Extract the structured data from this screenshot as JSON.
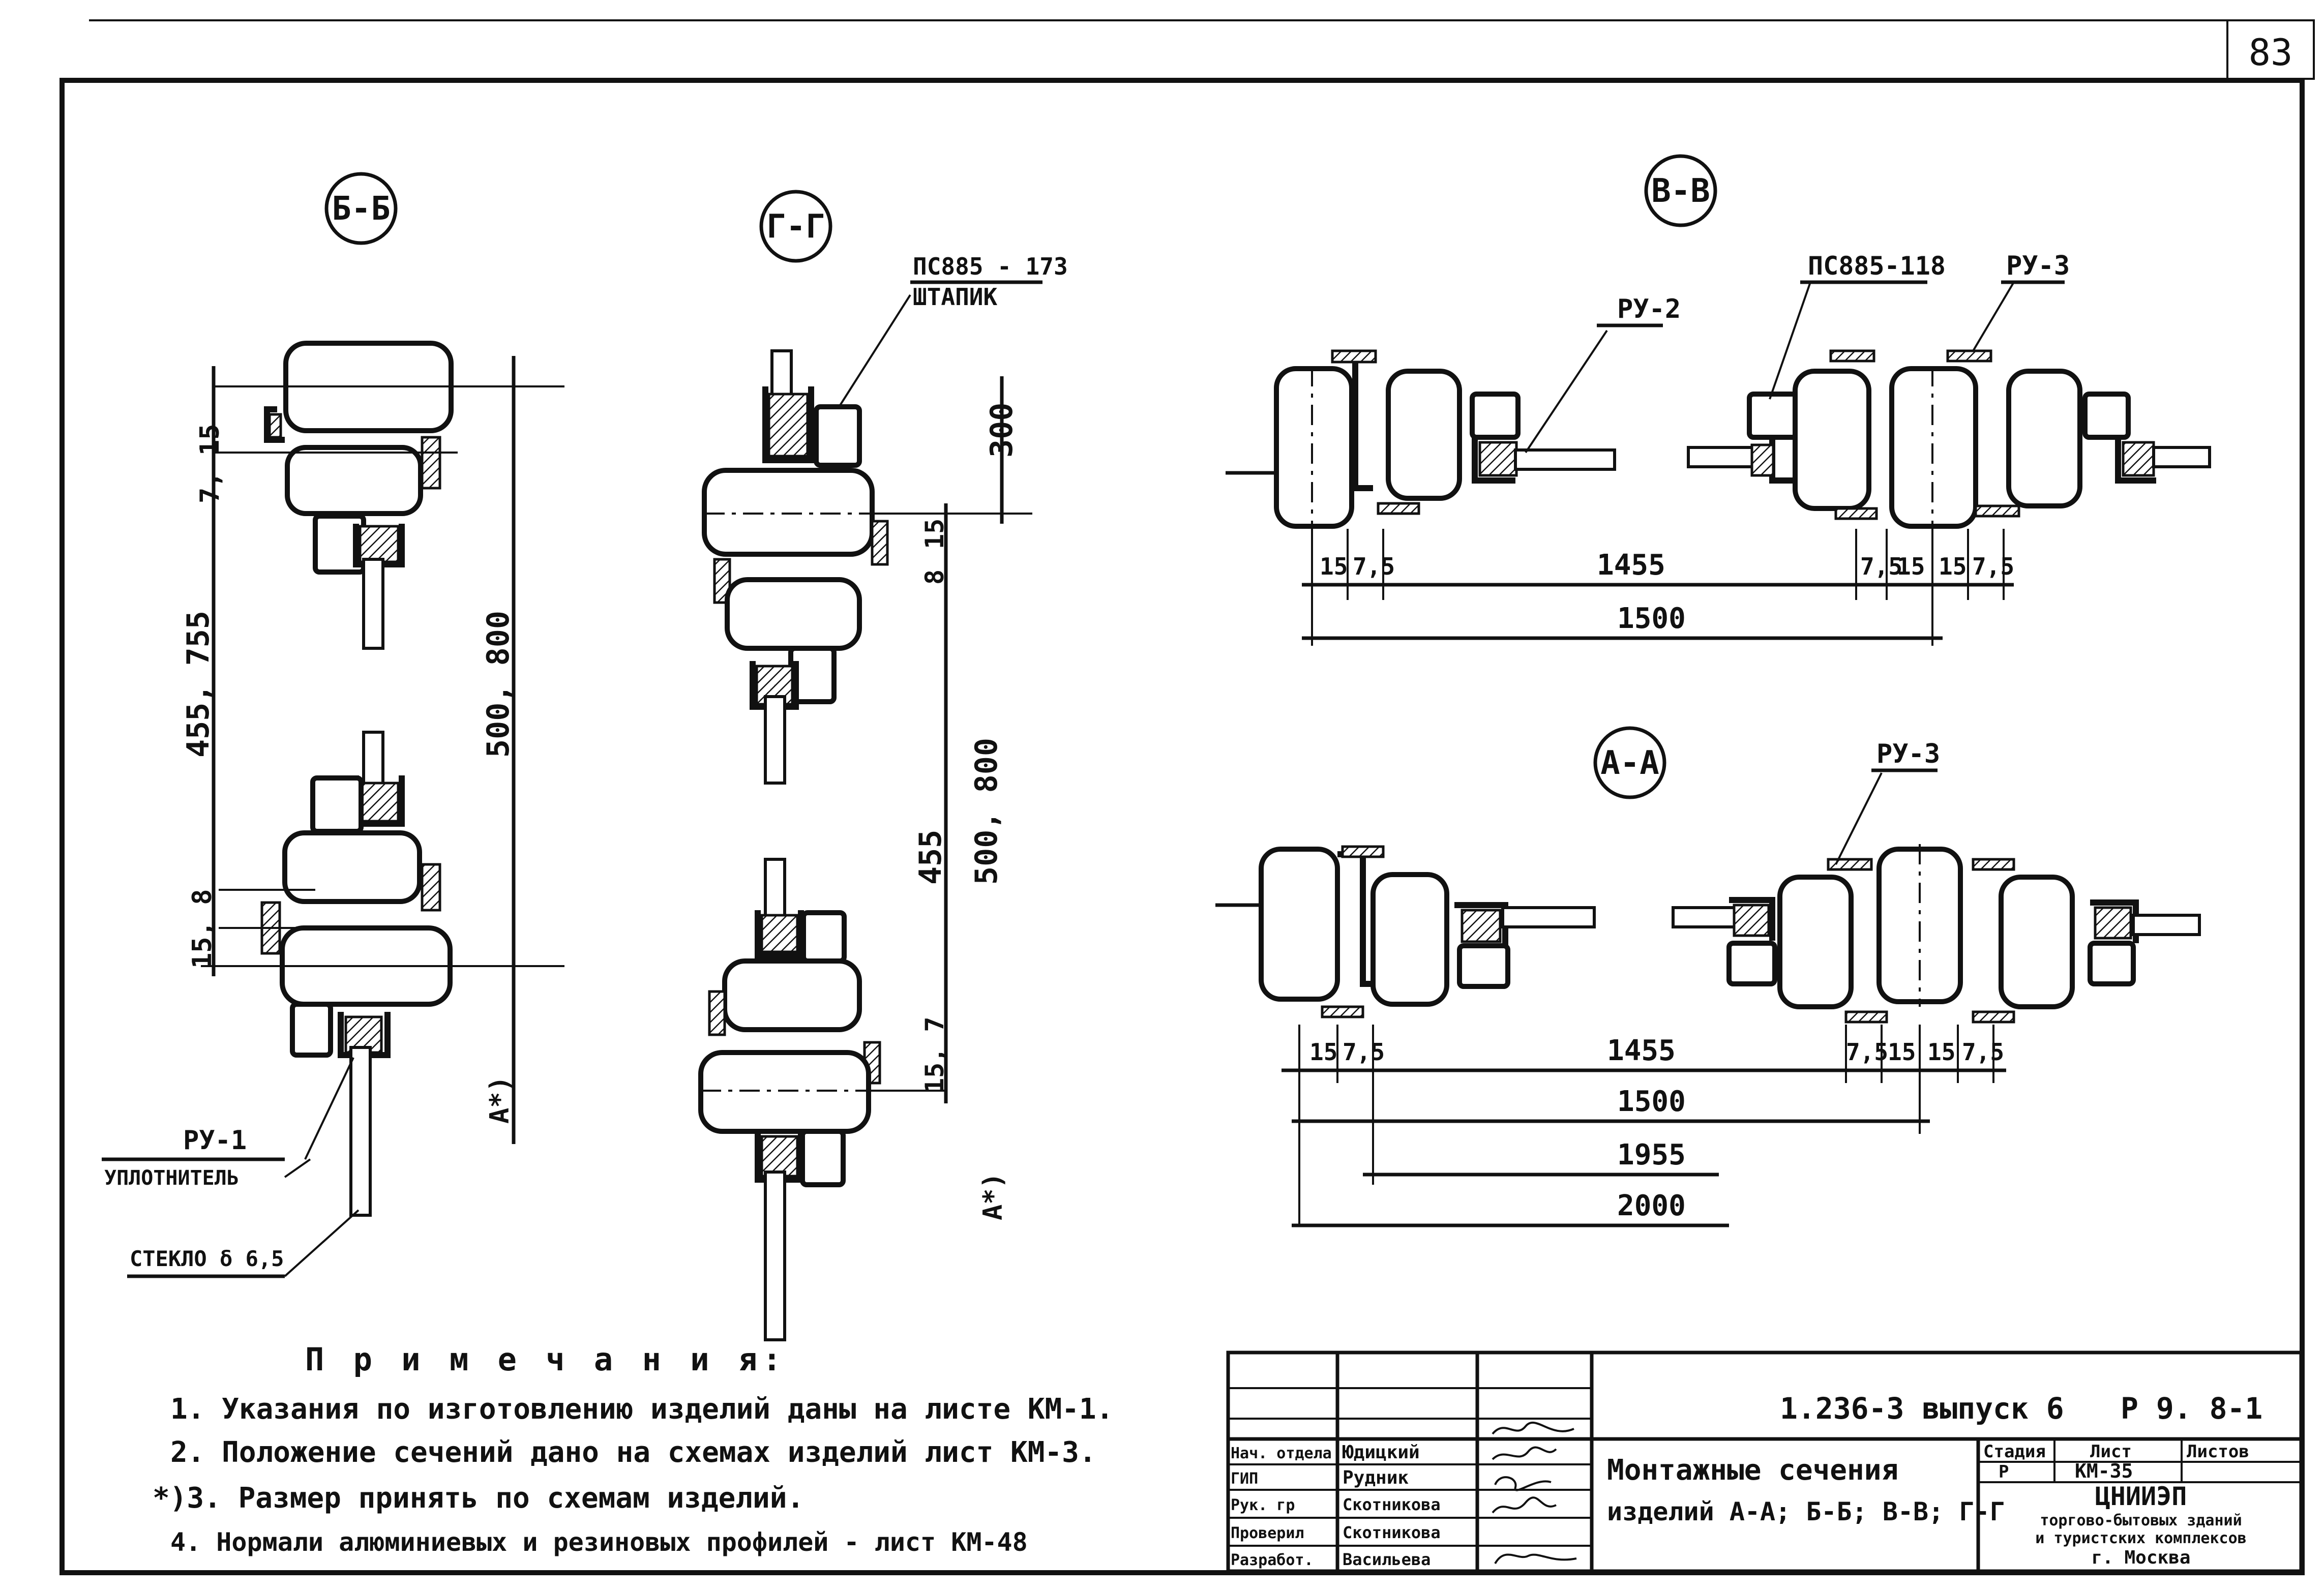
{
  "sheet_number": "83",
  "sections": {
    "bb": {
      "label": "Б-Б",
      "dims": {
        "top": "7, 15",
        "middle": "455, 755",
        "bottom": "15, 8",
        "overall": "500, 800",
        "footnote_dim": "А*)"
      },
      "callouts": {
        "ru1": "РУ-1",
        "seal": "УПЛОТНИТЕЛЬ",
        "glass": "СТЕКЛО  δ 6,5"
      }
    },
    "gg": {
      "label": "Г-Г",
      "callouts": {
        "profile": "ПС885 - 173",
        "shtapik": "ШТАПИК"
      },
      "dims": {
        "top": "300",
        "d1": "8",
        "d2": "15",
        "middle": "455",
        "overall": "500, 800",
        "bottom": "15, 7",
        "footnote_dim": "А*)"
      }
    },
    "vv": {
      "label": "В-В",
      "callouts": {
        "ru2": "РУ-2",
        "profile": "ПС885-118",
        "ru3": "РУ-3"
      },
      "dims": {
        "d15a": "15",
        "d75a": "7,5",
        "span": "1455",
        "d75b": "7,5",
        "d15b": "15",
        "d15c": "15",
        "d75c": "7,5",
        "total": "1500"
      }
    },
    "aa": {
      "label": "А-А",
      "callouts": {
        "ru3": "РУ-3"
      },
      "dims": {
        "d15a": "15",
        "d75a": "7,5",
        "span": "1455",
        "d75b": "7,5",
        "d15b": "15",
        "d15c": "15",
        "d75c": "7,5",
        "total": "1500",
        "span2": "1955",
        "total2": "2000"
      }
    }
  },
  "notes": {
    "title": "П р и м е ч а н и я:",
    "items": [
      "1. Указания по изготовлению изделий даны на листе КМ-1.",
      "2. Положение сечений дано на схемах изделий  лист КМ-3.",
      "*)3. Размер принять  по  схемам  изделий.",
      "4. Нормали  алюминиевых  и  резиновых  профилей - лист КМ-48"
    ]
  },
  "title_block": {
    "code": "1.236-3  выпуск 6",
    "code2": "Р 9. 8-1",
    "title_line1": "Монтажные  сечения",
    "title_line2": "изделий А-А; Б-Б; В-В; Г-Г",
    "stage_header": "Стадия",
    "sheet_header": "Лист",
    "sheets_header": "Листов",
    "stage_value": "Р",
    "sheet_value": "КМ-35",
    "org": "ЦНИИЭП",
    "org_line2": "торгово-бытовых зданий",
    "org_line3": "и туристских комплексов",
    "org_line4": "г. Москва",
    "people": [
      {
        "role": "Нач. отдела",
        "name": "Юдицкий"
      },
      {
        "role": "ГИП",
        "name": "Рудник"
      },
      {
        "role": "Рук. гр",
        "name": "Скотникова"
      },
      {
        "role": "Проверил",
        "name": "Скотникова"
      },
      {
        "role": "Разработ.",
        "name": "Васильева"
      }
    ]
  }
}
